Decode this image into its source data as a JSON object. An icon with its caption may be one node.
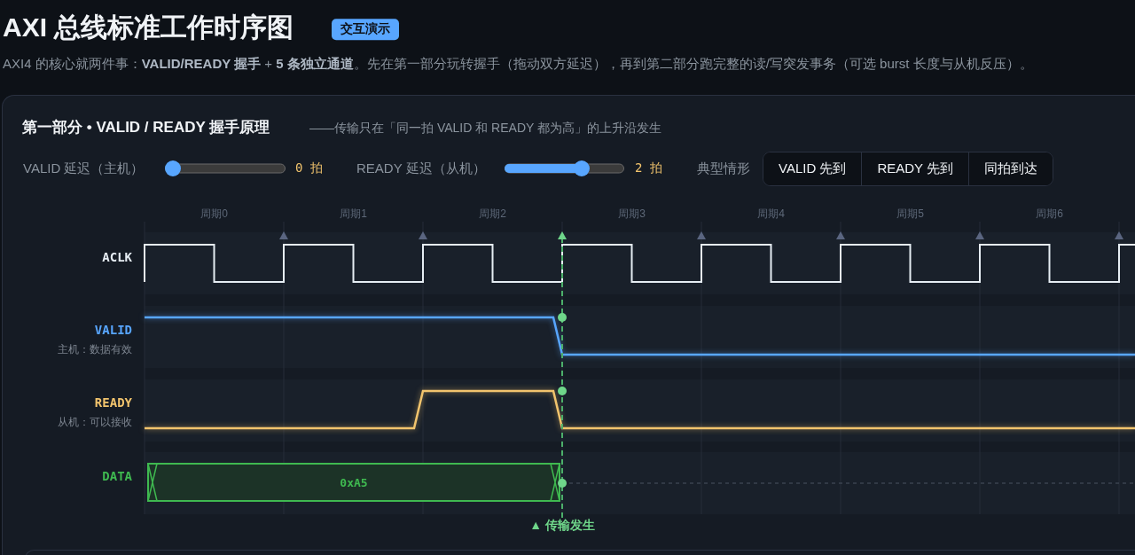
{
  "diagram": {
    "title": "AXI 总线标准工作时序图",
    "labels": [
      "交互演示",
      "AXI4 的核心就两件事：**VALID/READY 握手** + **5 条独立通道**。先在第一部分玩转握手（拖动双方延迟），再到第二部分跑完整的读/写突发事务（可选 burst 长度与从机反压）。",
      "第一部分 • VALID / READY 握手原理",
      "——传输只在「同一拍 VALID 和 READY 都为高」的上升沿发生",
      "VALID 延迟（主机）",
      "0 拍",
      "READY 延迟（从机）",
      "2 拍",
      "典型情形",
      "VALID 先到",
      "READY 先到",
      "同拍到达",
      "周期0",
      "周期1",
      "周期2",
      "周期3",
      "周期4",
      "周期5",
      "周期6",
      "ACLK",
      "VALID",
      "主机：数据有效",
      "READY",
      "从机：可以接收",
      "DATA",
      "0xA5",
      "▲ 传输发生"
    ]
  }
}
